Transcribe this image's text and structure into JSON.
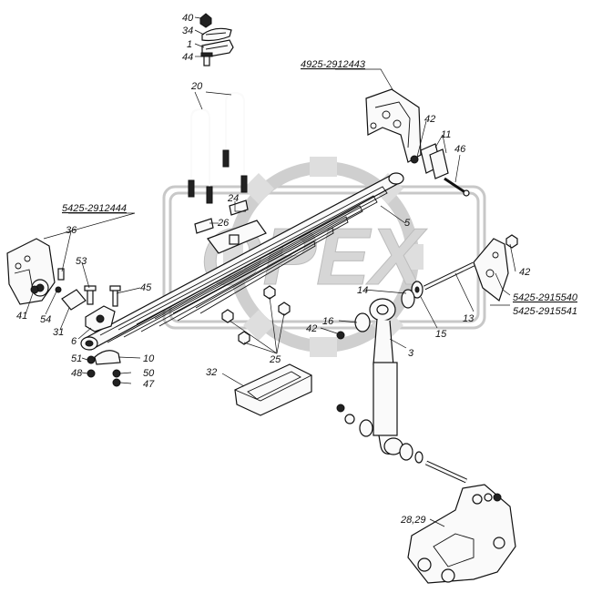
{
  "watermark": {
    "text": "OPEX"
  },
  "assembly_codes": {
    "front_bracket": "5425-2912444",
    "rear_bracket": "4925-2912443",
    "shock_bracket_a": "5425-2915540",
    "shock_bracket_b": "5425-2915541"
  },
  "callouts": {
    "c40": "40",
    "c34": "34",
    "c1": "1",
    "c44": "44",
    "c20": "20",
    "c24": "24",
    "c26": "26",
    "c5": "5",
    "c42a": "42",
    "c11": "11",
    "c46": "46",
    "c42b": "42",
    "c36": "36",
    "c53": "53",
    "c45": "45",
    "c41": "41",
    "c54": "54",
    "c31": "31",
    "c6": "6",
    "c51": "51",
    "c48": "48",
    "c10": "10",
    "c50": "50",
    "c47": "47",
    "c14": "14",
    "c16": "16",
    "c42c": "42",
    "c15": "15",
    "c13": "13",
    "c25": "25",
    "c3": "3",
    "c32": "32",
    "c2829": "28,29"
  }
}
